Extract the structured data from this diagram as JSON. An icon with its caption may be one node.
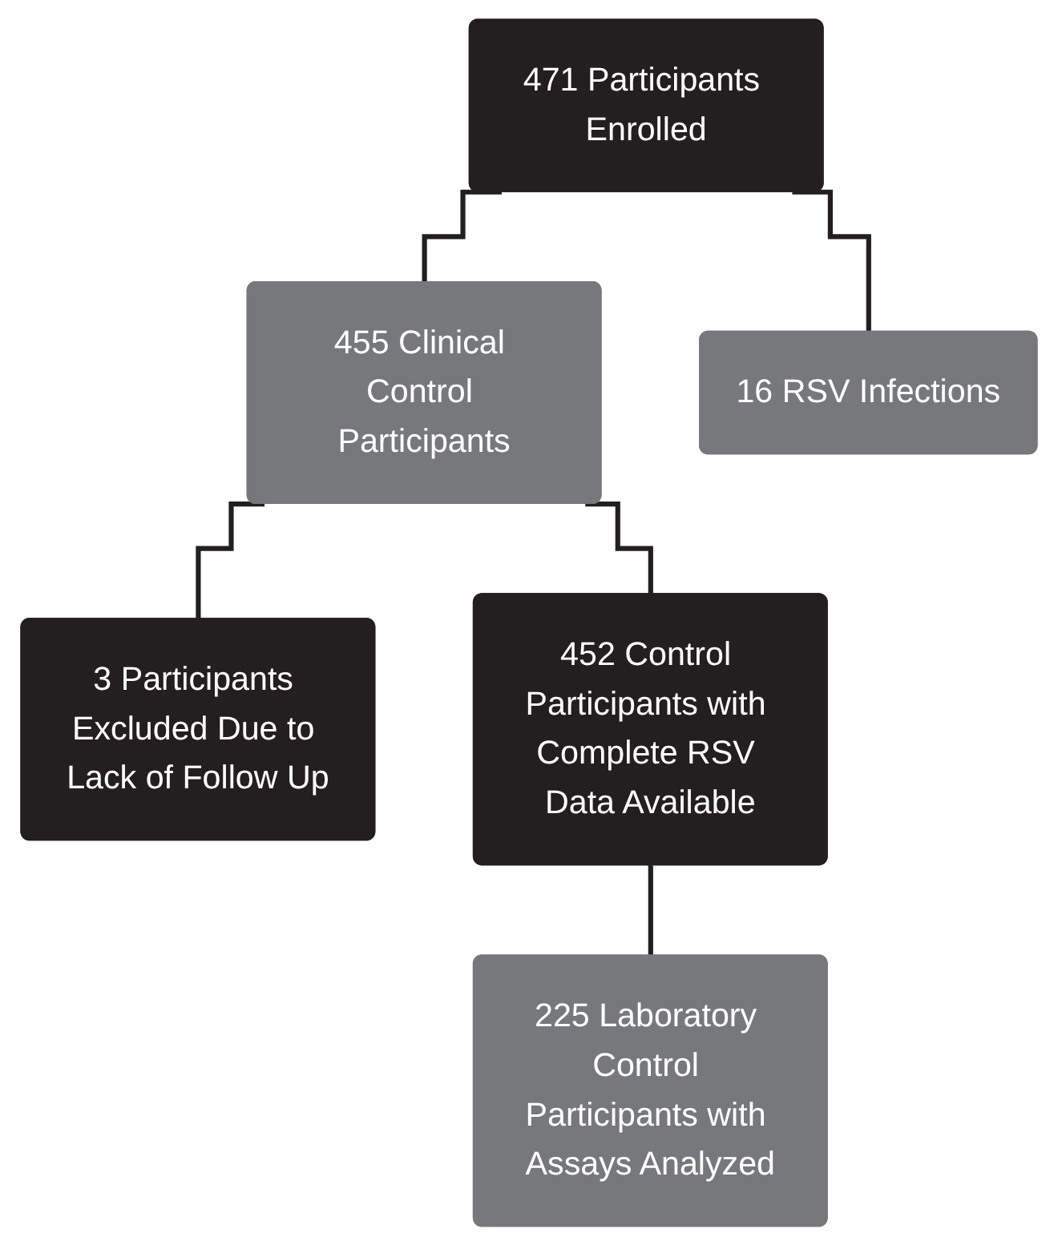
{
  "diagram": {
    "nodes": [
      {
        "text": [
          "471 Participants Enrolled"
        ]
      },
      {
        "text": [
          "455 Clinical Control Participants"
        ]
      },
      {
        "text": [
          "16 RSV Infections"
        ]
      },
      {
        "text": [
          "3 Participants Excluded Due to Lack of Follow Up"
        ]
      },
      {
        "text": [
          "452 Control Participants with Complete RSV Data Available"
        ]
      },
      {
        "text": [
          "225 Laboratory Control Participants with Assays Analyzed"
        ]
      }
    ],
    "edges": [
      {
        "from": 0,
        "to": 1,
        "arrow": "none"
      },
      {
        "from": 0,
        "to": 2,
        "arrow": "none"
      },
      {
        "from": 1,
        "to": 3,
        "arrow": "none"
      },
      {
        "from": 1,
        "to": 4,
        "arrow": "none"
      },
      {
        "from": 4,
        "to": 5,
        "arrow": "none"
      }
    ]
  }
}
